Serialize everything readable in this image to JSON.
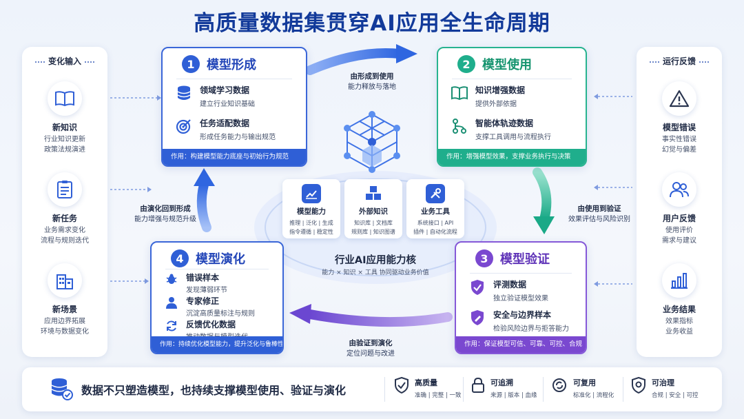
{
  "title": "高质量数据集贯穿AI应用全生命周期",
  "left_panel": {
    "heading": "变化输入",
    "items": [
      {
        "title": "新知识",
        "desc1": "行业知识更新",
        "desc2": "政策法规演进",
        "icon": "book-icon"
      },
      {
        "title": "新任务",
        "desc1": "业务需求变化",
        "desc2": "流程与规则迭代",
        "icon": "checklist-icon"
      },
      {
        "title": "新场景",
        "desc1": "应用边界拓展",
        "desc2": "环境与数据变化",
        "icon": "building-icon"
      }
    ]
  },
  "right_panel": {
    "heading": "运行反馈",
    "items": [
      {
        "title": "模型错误",
        "desc1": "事实性错误",
        "desc2": "幻觉与偏差",
        "icon": "warning-icon"
      },
      {
        "title": "用户反馈",
        "desc1": "使用评价",
        "desc2": "需求与建议",
        "icon": "users-icon"
      },
      {
        "title": "业务结果",
        "desc1": "效果指标",
        "desc2": "业务收益",
        "icon": "bar-chart-icon"
      }
    ]
  },
  "stages": [
    {
      "num": "1",
      "title": "模型形成",
      "color": "#2f5fd6",
      "rows": [
        {
          "title": "领域学习数据",
          "desc": "建立行业知识基础",
          "icon": "database-icon"
        },
        {
          "title": "任务适配数据",
          "desc": "形成任务能力与输出规范",
          "icon": "target-icon"
        }
      ],
      "footer": "作用：构建模型能力底座与初始行为规范"
    },
    {
      "num": "2",
      "title": "模型使用",
      "color": "#1fae8c",
      "rows": [
        {
          "title": "知识增强数据",
          "desc": "提供外部依据",
          "icon": "open-book-icon"
        },
        {
          "title": "智能体轨迹数据",
          "desc": "支撑工具调用与流程执行",
          "icon": "flow-icon"
        }
      ],
      "footer": "作用：增强模型效果，支撑业务执行与决策"
    },
    {
      "num": "3",
      "title": "模型验证",
      "color": "#7a48d0",
      "rows": [
        {
          "title": "评测数据",
          "desc": "独立验证模型效果",
          "icon": "shield-check-icon"
        },
        {
          "title": "安全与边界样本",
          "desc": "检验风险边界与拒答能力",
          "icon": "shield-edit-icon"
        }
      ],
      "footer": "作用：保证模型可信、可靠、可控、合规"
    },
    {
      "num": "4",
      "title": "模型演化",
      "color": "#2f5fd6",
      "rows": [
        {
          "title": "错误样本",
          "desc": "发现薄弱环节",
          "icon": "bug-icon"
        },
        {
          "title": "专家修正",
          "desc": "沉淀高质量标注与规则",
          "icon": "expert-icon"
        },
        {
          "title": "反馈优化数据",
          "desc": "推动数据与模型迭代",
          "icon": "refresh-icon"
        }
      ],
      "footer": "作用：持续优化模型能力，提升泛化与鲁棒性"
    }
  ],
  "flows": [
    {
      "title": "由形成到使用",
      "desc": "能力释放与落地"
    },
    {
      "title": "由使用到验证",
      "desc": "效果评估与风险识别"
    },
    {
      "title": "由验证到演化",
      "desc": "定位问题与改进"
    },
    {
      "title": "由演化回到形成",
      "desc": "能力增强与规范升级"
    }
  ],
  "core": {
    "modules": [
      {
        "title": "模型能力",
        "desc1": "推理 | 泛化 | 生成",
        "desc2": "指令遵循 | 稳定性",
        "icon": "growth-chart-icon",
        "color": "#2f5fd6"
      },
      {
        "title": "外部知识",
        "desc1": "知识库 | 文档库",
        "desc2": "规则库 | 知识图谱",
        "icon": "cubes-icon",
        "color": "#2f5fd6"
      },
      {
        "title": "业务工具",
        "desc1": "系统接口 | API",
        "desc2": "插件 | 自动化流程",
        "icon": "tools-icon",
        "color": "#2f5fd6"
      }
    ],
    "title": "行业AI应用能力核",
    "subtitle": "能力 × 知识 × 工具 协同驱动业务价值"
  },
  "bottom": {
    "main": "数据不只塑造模型，也持续支撑模型使用、验证与演化",
    "qualities": [
      {
        "title": "高质量",
        "desc": "准确 | 完整 | 一致",
        "icon": "quality-shield-icon"
      },
      {
        "title": "可追溯",
        "desc": "来源 | 版本 | 血缘",
        "icon": "lock-icon"
      },
      {
        "title": "可复用",
        "desc": "标准化 | 流程化",
        "icon": "reuse-icon"
      },
      {
        "title": "可治理",
        "desc": "合规 | 安全 | 可控",
        "icon": "governance-icon"
      }
    ]
  }
}
